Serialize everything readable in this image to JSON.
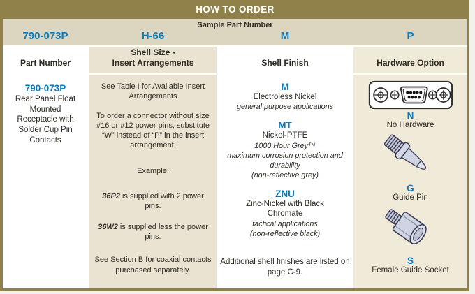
{
  "header": {
    "title": "HOW TO ORDER"
  },
  "sample": {
    "label": "Sample Part Number",
    "part_number": "790-073P",
    "shell_size": "H-66",
    "shell_finish": "M",
    "hardware": "P"
  },
  "column_headers": {
    "part_number": "Part Number",
    "shell_size_line1": "Shell Size -",
    "shell_size_line2": "Insert Arrangements",
    "shell_finish": "Shell Finish",
    "hardware": "Hardware Option"
  },
  "part_number": {
    "code": "790-073P",
    "description": "Rear Panel Float Mounted Receptacle with Solder Cup Pin Contacts"
  },
  "shell_size": {
    "p1": "See Table I for Available Insert Arrangements",
    "p2": "To order a connector without size #16 or #12 power pins, substitute “W” instead of “P” in the insert arrangement.",
    "p3": "Example:",
    "p4_code": "36P2",
    "p4_rest": " is supplied with 2 power pins.",
    "p5_code": "36W2",
    "p5_rest": " is supplied less the power pins.",
    "p6": "See Section B for coaxial contacts purchased separately."
  },
  "shell_finish": {
    "options": [
      {
        "code": "M",
        "name": "Electroless Nickel",
        "italic_lines": [
          "general purpose applications"
        ]
      },
      {
        "code": "MT",
        "name": "Nickel-PTFE",
        "italic_lines": [
          "1000 Hour Grey™",
          "maximum corrosion protection and durability",
          "(non-reflective grey)"
        ]
      },
      {
        "code": "ZNU",
        "name": "Zinc-Nickel with Black Chromate",
        "italic_lines": [
          "tactical applications",
          "(non-reflective black)"
        ]
      }
    ],
    "note": "Additional shell finishes are listed on page C-9."
  },
  "hardware": {
    "options": [
      {
        "code": "N",
        "name": "No Hardware",
        "icon": "dsub-connector-face-icon"
      },
      {
        "code": "G",
        "name": "Guide Pin",
        "icon": "guide-pin-icon"
      },
      {
        "code": "S",
        "name": "Female Guide Socket",
        "icon": "female-guide-socket-icon"
      }
    ]
  },
  "colors": {
    "accent_blue": "#0f7ab8",
    "olive": "#8f8149",
    "tan_band": "#dcd5bf",
    "tan_cell": "#eae3d1",
    "cream_cell": "#f0ead9"
  }
}
